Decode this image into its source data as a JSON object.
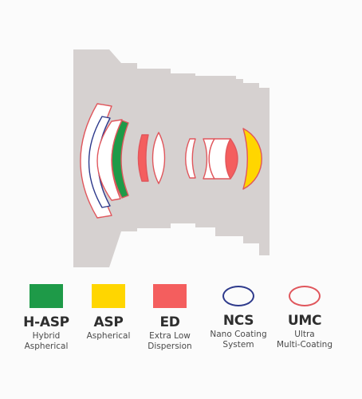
{
  "colors": {
    "lens_barrel": "#d6d1d0",
    "element_fill": "#ffffff",
    "element_outline": "#e0565c",
    "hybrid_aspherical": "#1e9a48",
    "aspherical": "#ffd600",
    "extra_low_dispersion": "#f45e5e",
    "nano_coating_outline": "#2e3a8c",
    "ultra_multi_coating_outline": "#e0565c"
  },
  "legend": [
    {
      "key": "h-asp",
      "title": "H-ASP",
      "description": "Hybrid\nAspherical",
      "color": "#1e9a48",
      "style": "fill"
    },
    {
      "key": "asp",
      "title": "ASP",
      "description": "Aspherical",
      "color": "#ffd600",
      "style": "fill"
    },
    {
      "key": "ed",
      "title": "ED",
      "description": "Extra Low\nDispersion",
      "color": "#f45e5e",
      "style": "fill"
    },
    {
      "key": "ncs",
      "title": "NCS",
      "description": "Nano Coating\nSystem",
      "color": "#2e3a8c",
      "style": "ring"
    },
    {
      "key": "umc",
      "title": "UMC",
      "description": "Ultra\nMulti-Coating",
      "color": "#e0565c",
      "style": "ring"
    }
  ]
}
